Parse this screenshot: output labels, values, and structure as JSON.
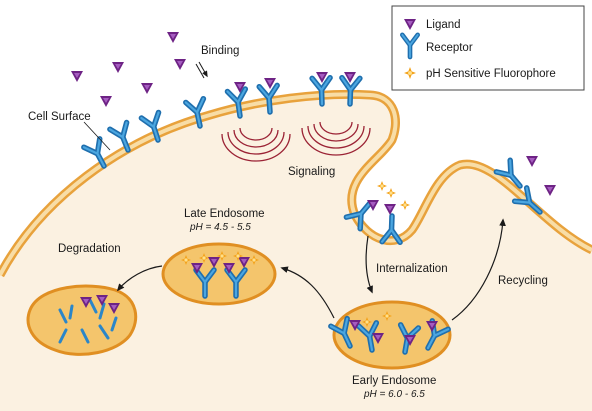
{
  "legend": {
    "ligand": "Ligand",
    "receptor": "Receptor",
    "fluorophore": "pH Sensitive Fluorophore"
  },
  "labels": {
    "cell_surface": "Cell Surface",
    "binding": "Binding",
    "signaling": "Signaling",
    "internalization": "Internalization",
    "recycling": "Recycling",
    "degradation": "Degradation",
    "late_endosome": "Late Endosome",
    "late_endosome_ph": "pH = 4.5 - 5.5",
    "early_endosome": "Early Endosome",
    "early_endosome_ph": "pH = 6.0 - 6.5"
  },
  "colors": {
    "membrane_outer": "#E8A23C",
    "membrane_inner": "#F6D79A",
    "cytoplasm": "#FBF1E1",
    "receptor": "#2A86C9",
    "ligand": "#7A2A91",
    "fluorophore": "#F3A21A",
    "signaling_waves": "#9B2335",
    "endosome_fill": "#F4C56C"
  }
}
